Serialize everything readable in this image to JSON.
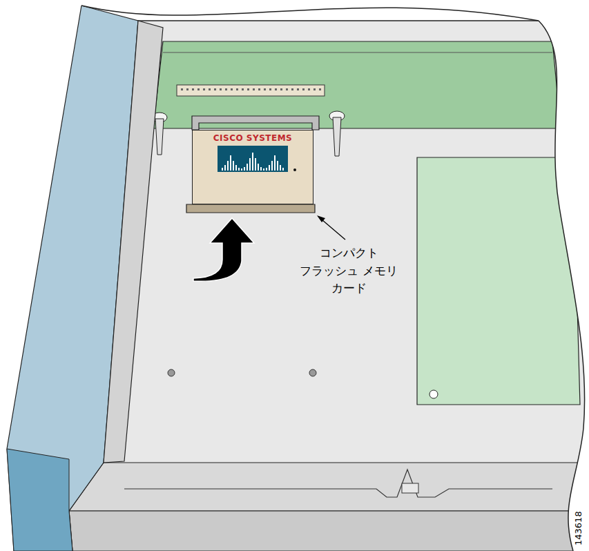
{
  "diagram": {
    "nodes": [
      {
        "text": [
          "CISCO SYSTEMS"
        ]
      }
    ],
    "labels": [
      "コンパクト フラッシュ メモリ カード",
      "143618"
    ]
  }
}
